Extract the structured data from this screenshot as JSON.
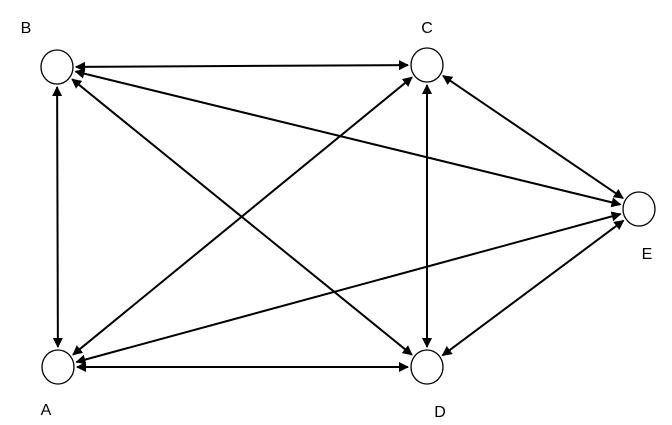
{
  "diagram": {
    "type": "directed-graph",
    "edge_direction": "bidirectional",
    "line_color": "#000000",
    "node_fill": "#ffffff",
    "nodes": [
      {
        "id": "A",
        "label": "A"
      },
      {
        "id": "B",
        "label": "B"
      },
      {
        "id": "C",
        "label": "C"
      },
      {
        "id": "D",
        "label": "D"
      },
      {
        "id": "E",
        "label": "E"
      }
    ],
    "edges": [
      {
        "from": "B",
        "to": "C"
      },
      {
        "from": "B",
        "to": "A"
      },
      {
        "from": "B",
        "to": "D"
      },
      {
        "from": "B",
        "to": "E"
      },
      {
        "from": "C",
        "to": "A"
      },
      {
        "from": "C",
        "to": "D"
      },
      {
        "from": "C",
        "to": "E"
      },
      {
        "from": "A",
        "to": "D"
      },
      {
        "from": "A",
        "to": "E"
      },
      {
        "from": "D",
        "to": "E"
      }
    ]
  }
}
